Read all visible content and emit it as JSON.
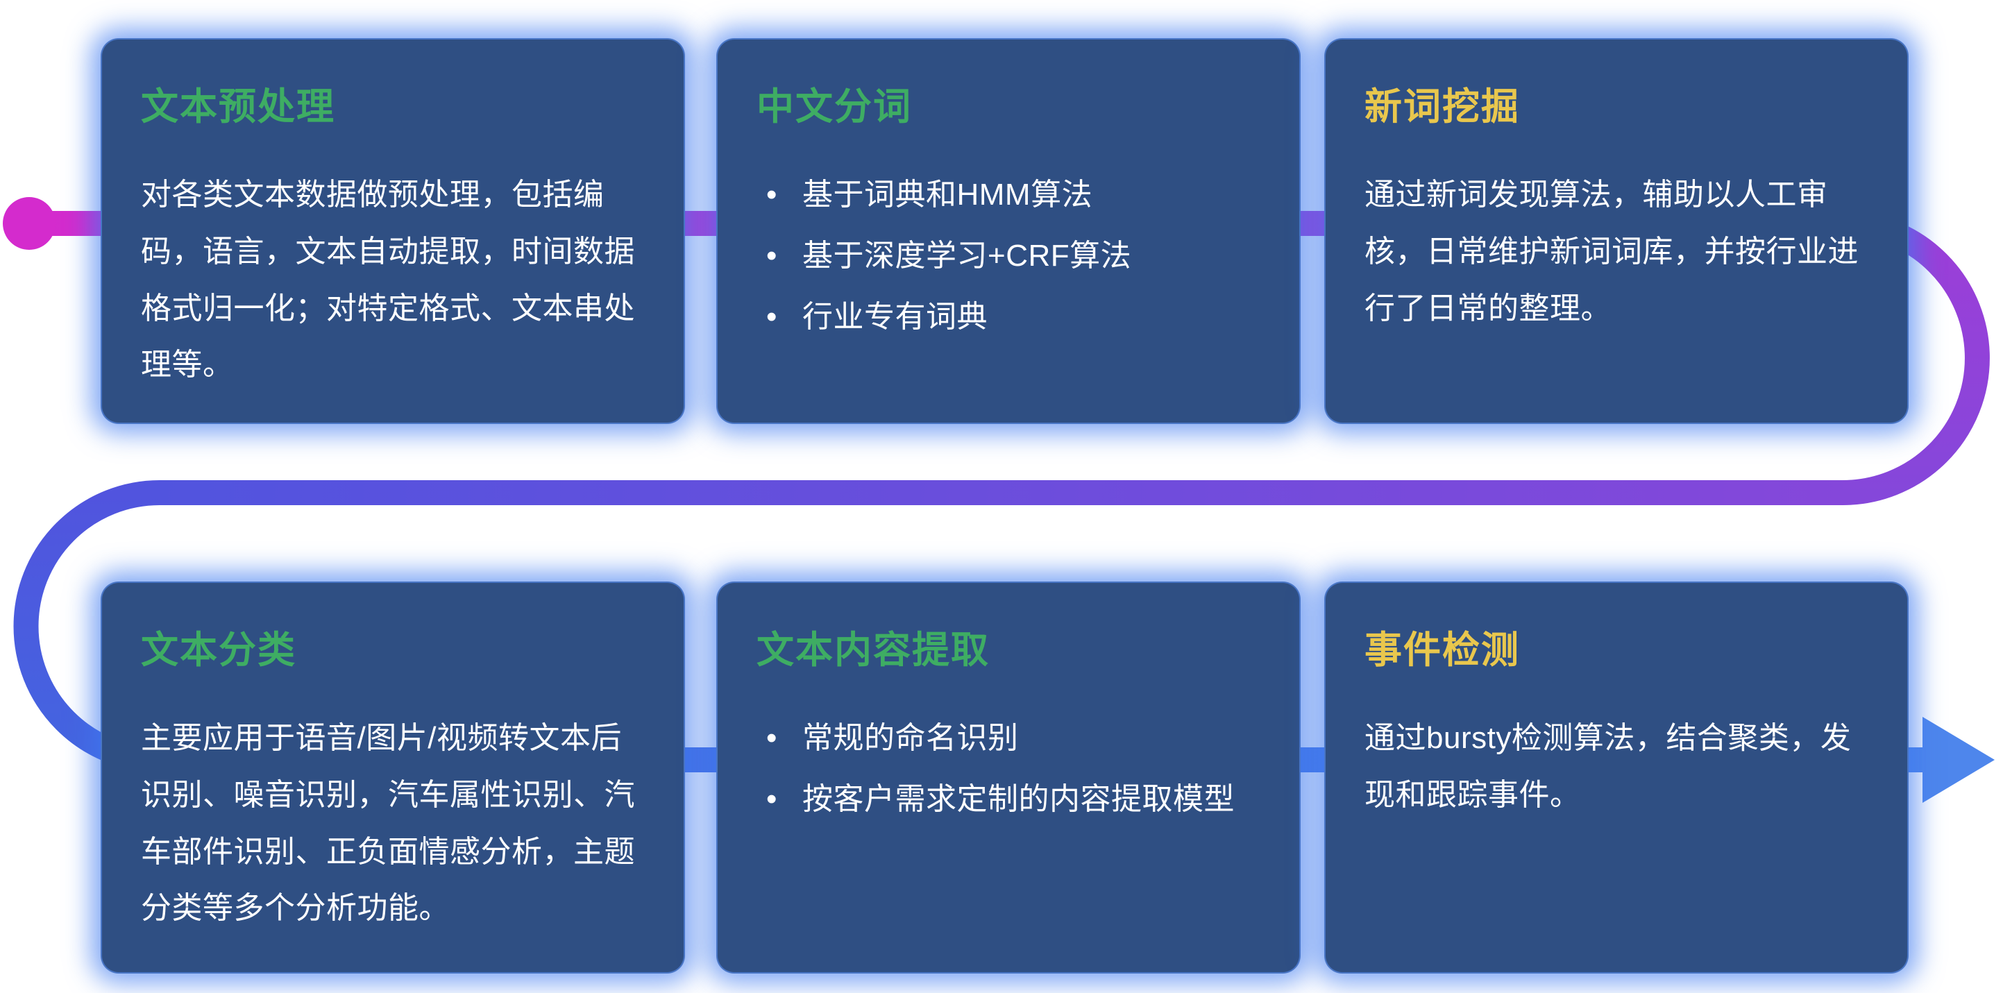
{
  "flow": {
    "colors": {
      "start_magenta": "#d42bcd",
      "purple": "#8a46d9",
      "indigo": "#5154de",
      "end_blue": "#4e86ec"
    }
  },
  "colors": {
    "card_background": "#2f4f83",
    "card_glow_blue": "#3e7af0",
    "title_green": "#3ead63",
    "title_yellow": "#e9c74d",
    "body_text": "#ffffff"
  },
  "cards": [
    {
      "title": "文本预处理",
      "body": "对各类文本数据做预处理，包括编码，语言，文本自动提取，时间数据格式归一化；对特定格式、文本串处理等。"
    },
    {
      "title": "中文分词",
      "bullets": [
        "基于词典和HMM算法",
        "基于深度学习+CRF算法",
        "行业专有词典"
      ]
    },
    {
      "title": "新词挖掘",
      "body": "通过新词发现算法，辅助以人工审核，日常维护新词词库，并按行业进行了日常的整理。"
    },
    {
      "title": "文本分类",
      "body": "主要应用于语音/图片/视频转文本后识别、噪音识别，汽车属性识别、汽车部件识别、正负面情感分析，主题分类等多个分析功能。"
    },
    {
      "title": "文本内容提取",
      "bullets": [
        "常规的命名识别",
        "按客户需求定制的内容提取模型"
      ]
    },
    {
      "title": "事件检测",
      "body": "通过bursty检测算法，结合聚类，发现和跟踪事件。"
    }
  ]
}
